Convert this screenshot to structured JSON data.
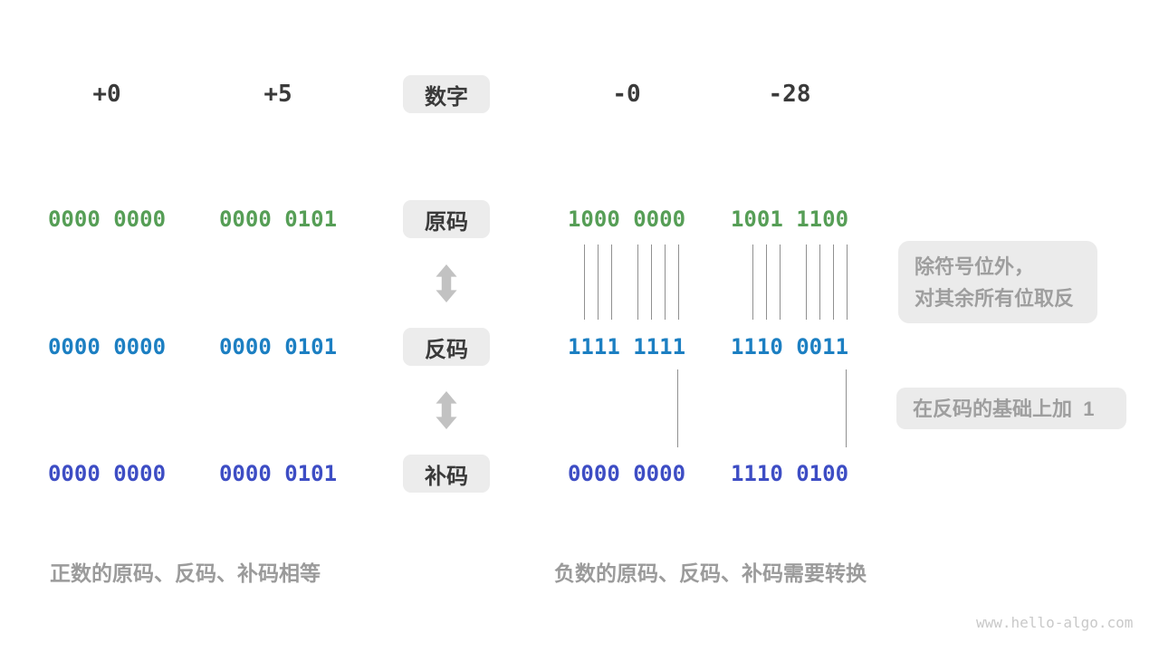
{
  "header": {
    "badge": "数字",
    "columns": [
      "+0",
      "+5",
      "-0",
      "-28"
    ]
  },
  "rows": [
    {
      "badge": "原码",
      "color": "#569e56",
      "values": [
        "0000 0000",
        "0000 0101",
        "1000 0000",
        "1001 1100"
      ]
    },
    {
      "badge": "反码",
      "color": "#1c7fc2",
      "values": [
        "0000 0000",
        "0000 0101",
        "1111 1111",
        "1110 0011"
      ]
    },
    {
      "badge": "补码",
      "color": "#3d4dc4",
      "values": [
        "0000 0000",
        "0000 0101",
        "0000 0000",
        "1110 0100"
      ]
    }
  ],
  "annotations": {
    "invert_line1": "除符号位外，",
    "invert_line2": "对其余所有位取反",
    "add_one": "在反码的基础上加  1"
  },
  "captions": {
    "positive": "正数的原码、反码、补码相等",
    "negative": "负数的原码、反码、补码需要转换"
  },
  "watermark": "www.hello-algo.com",
  "colors": {
    "text_dark": "#3a3a3a",
    "sign_magnitude_green": "#569e56",
    "ones_complement_blue": "#1c7fc2",
    "twos_complement_indigo": "#3d4dc4",
    "badge_background": "#ececec",
    "annotation_background": "#ebebeb",
    "annotation_text": "#9e9e9e",
    "connector_line": "#909090",
    "arrow_gray": "#c2c2c2"
  }
}
